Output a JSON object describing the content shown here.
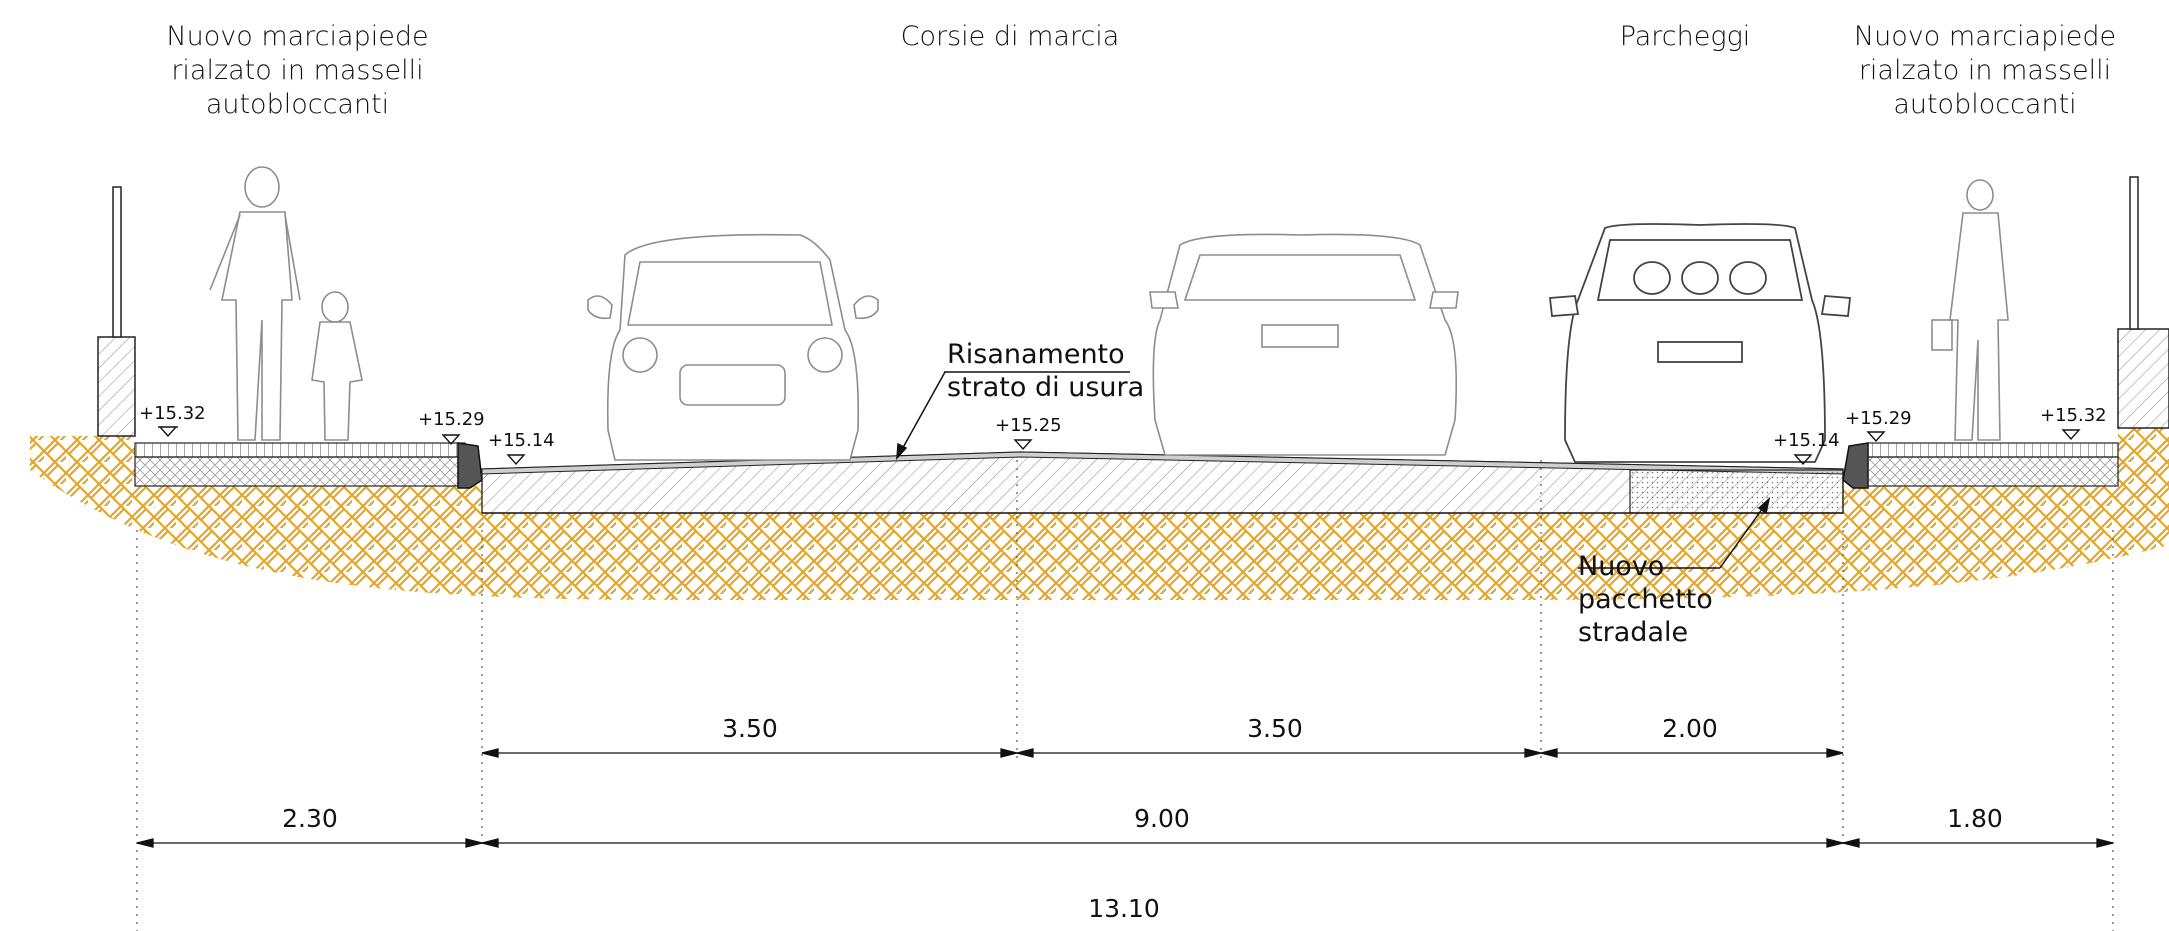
{
  "headers": {
    "left_sidewalk": [
      "Nuovo marciapiede",
      "rialzato in masselli",
      "autobloccanti"
    ],
    "lanes": "Corsie di marcia",
    "parking": "Parcheggi",
    "right_sidewalk": [
      "Nuovo marciapiede",
      "rialzato in masselli",
      "autobloccanti"
    ]
  },
  "notes": {
    "resurfacing": [
      "Risanamento",
      "strato di usura"
    ],
    "new_road_package": [
      "Nuovo",
      "pacchetto",
      "stradale"
    ]
  },
  "elevations": {
    "left_sidewalk": "+15.32",
    "left_curb_top": "+15.29",
    "left_gutter": "+15.14",
    "crown": "+15.25",
    "right_gutter": "+15.14",
    "right_curb_top": "+15.29",
    "right_sidewalk": "+15.32"
  },
  "dimensions": {
    "row1": [
      "3.50",
      "3.50",
      "2.00"
    ],
    "row2": [
      "2.30",
      "9.00",
      "1.80"
    ],
    "total": "13.10"
  },
  "colors": {
    "ground_hatch": "#e3a62a",
    "line": "#1a1a1a",
    "figures": "#9a9a9a"
  }
}
